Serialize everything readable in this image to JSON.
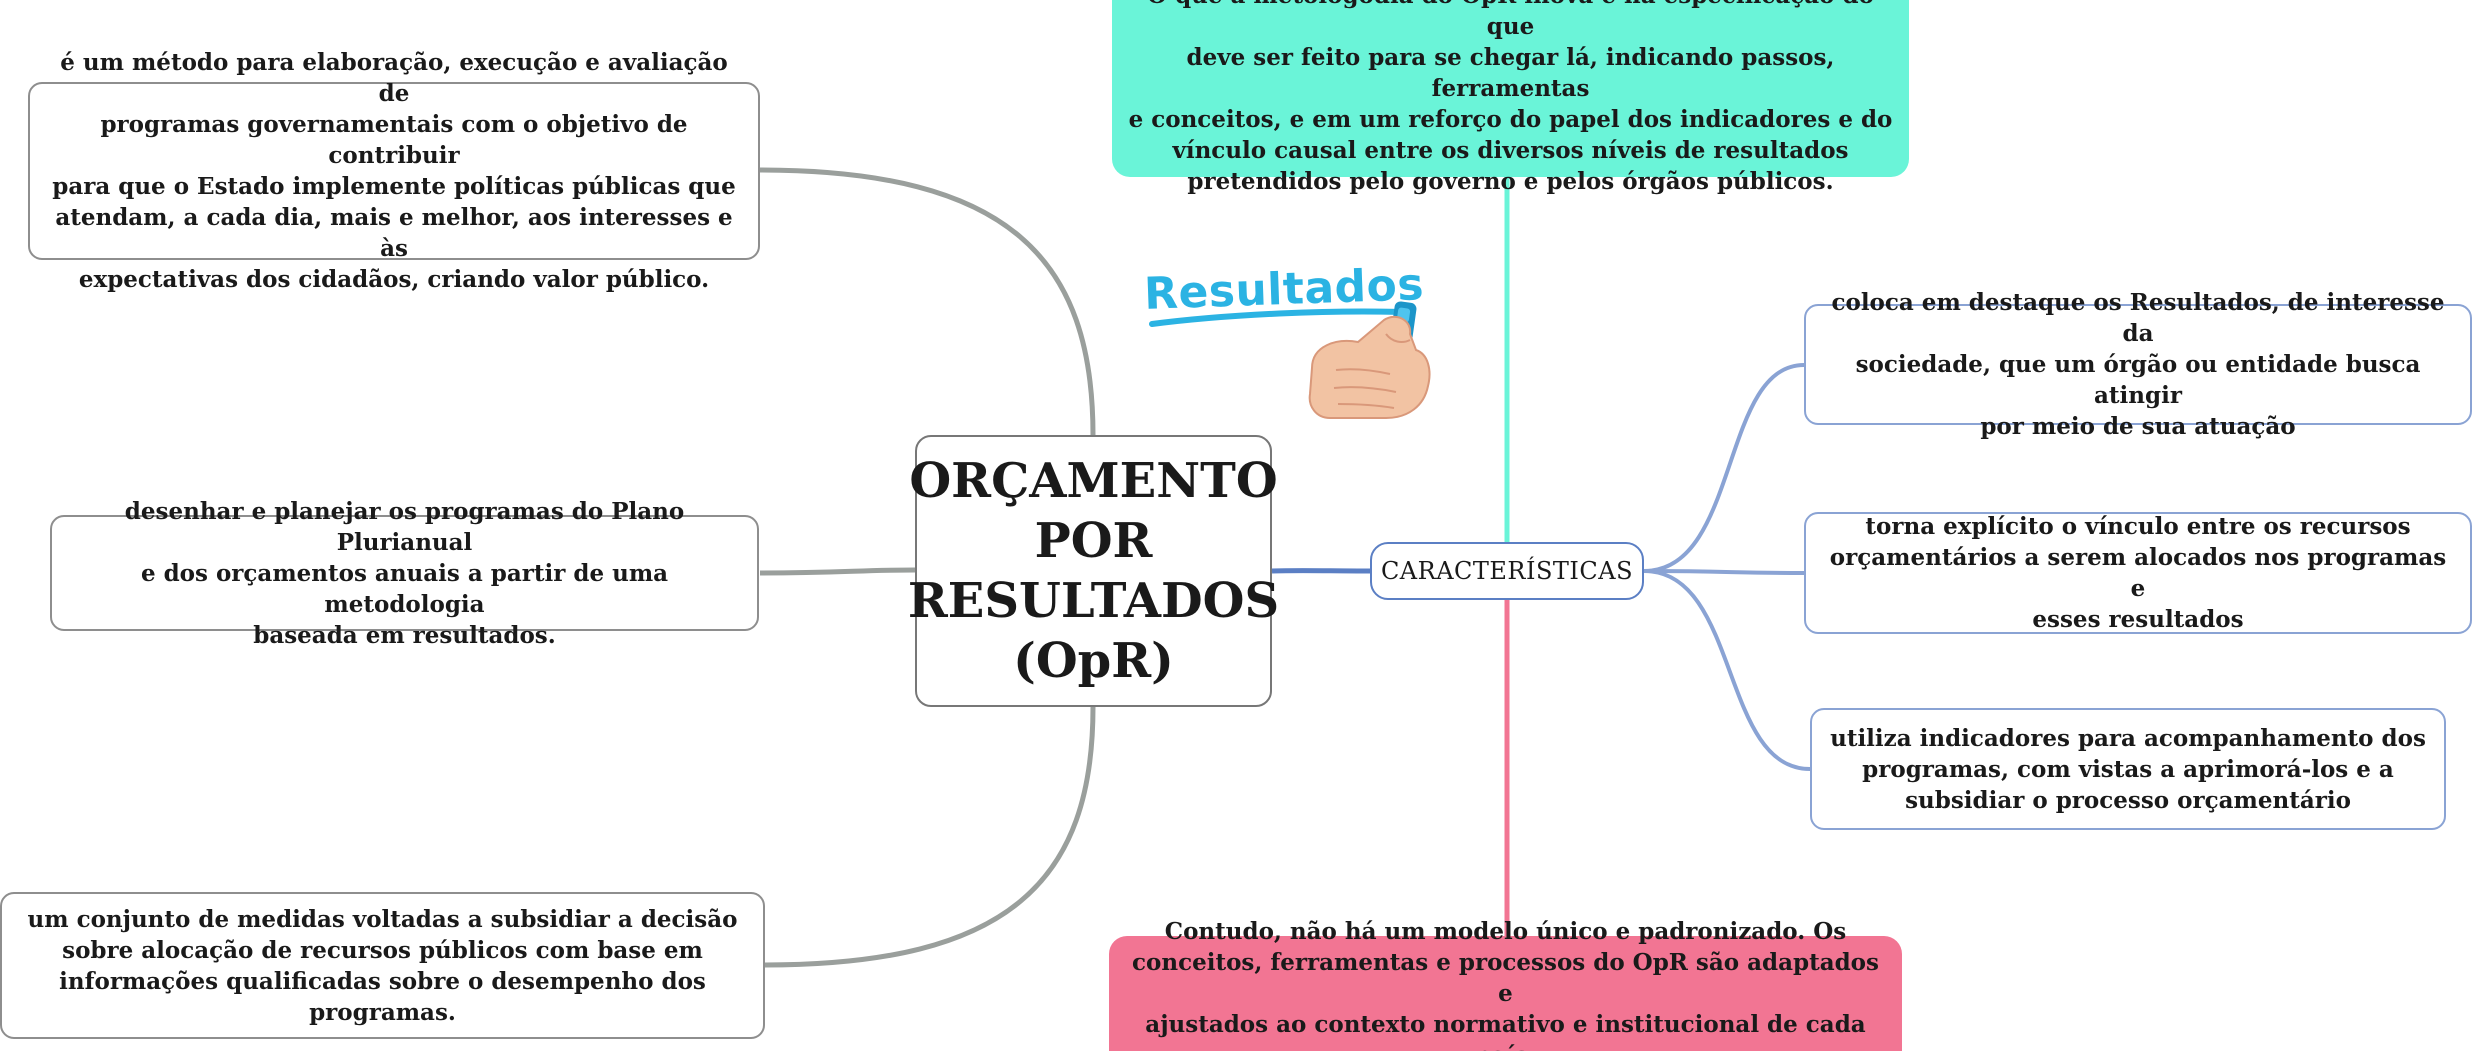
{
  "central": {
    "lines": [
      "ORÇAMENTO",
      "POR",
      "RESULTADOS",
      "(OpR)"
    ]
  },
  "left_nodes": {
    "definicao": [
      "é um método para elaboração, execução e avaliação de",
      "programas governamentais com o objetivo de contribuir",
      "para que o Estado implemente políticas públicas que",
      "atendam, a cada dia, mais e melhor, aos interesses e às",
      "expectativas dos cidadãos, criando valor público."
    ],
    "planejamento": [
      "desenhar e planejar os programas do Plano Plurianual",
      "e dos orçamentos anuais a partir de uma metodologia",
      "baseada em resultados."
    ],
    "conjunto": [
      "um conjunto de medidas voltadas a subsidiar a decisão",
      "sobre alocação de recursos públicos com base em",
      "informações qualificadas sobre o desempenho dos",
      "programas."
    ]
  },
  "caracteristicas": {
    "label": "CARACTERÍSTICAS",
    "top_note": [
      "O que a metologodia do OpR inova é na especificação do que",
      "deve ser feito para se chegar lá, indicando passos, ferramentas",
      "e conceitos, e em um reforço do papel dos indicadores e do",
      "vínculo causal entre os diversos níveis de resultados",
      "pretendidos pelo governo e pelos órgãos públicos."
    ],
    "bottom_note": [
      "Contudo, não há um modelo único e padronizado. Os",
      "conceitos, ferramentas e processos do OpR são adaptados e",
      "ajustados ao contexto normativo e institucional de cada país."
    ],
    "items": [
      [
        "coloca em destaque os Resultados, de interesse da",
        "sociedade, que um órgão ou entidade busca atingir",
        "por meio de sua atuação"
      ],
      [
        "torna explícito o vínculo entre os recursos",
        "orçamentários a serem alocados nos programas e",
        "esses resultados"
      ],
      [
        "utiliza indicadores para acompanhamento dos",
        "programas, com vistas a aprimorá-los e a",
        "subsidiar o processo orçamentário"
      ]
    ]
  },
  "illustration": {
    "word": "Resultados",
    "icon": "hand-with-marker-icon"
  },
  "colors": {
    "top_note": "#6af4d8",
    "bottom_note": "#f27593",
    "left_connector": "#9a9f9c",
    "right_connector": "#8aa3d4",
    "accent_text": "#2bb3e3"
  }
}
